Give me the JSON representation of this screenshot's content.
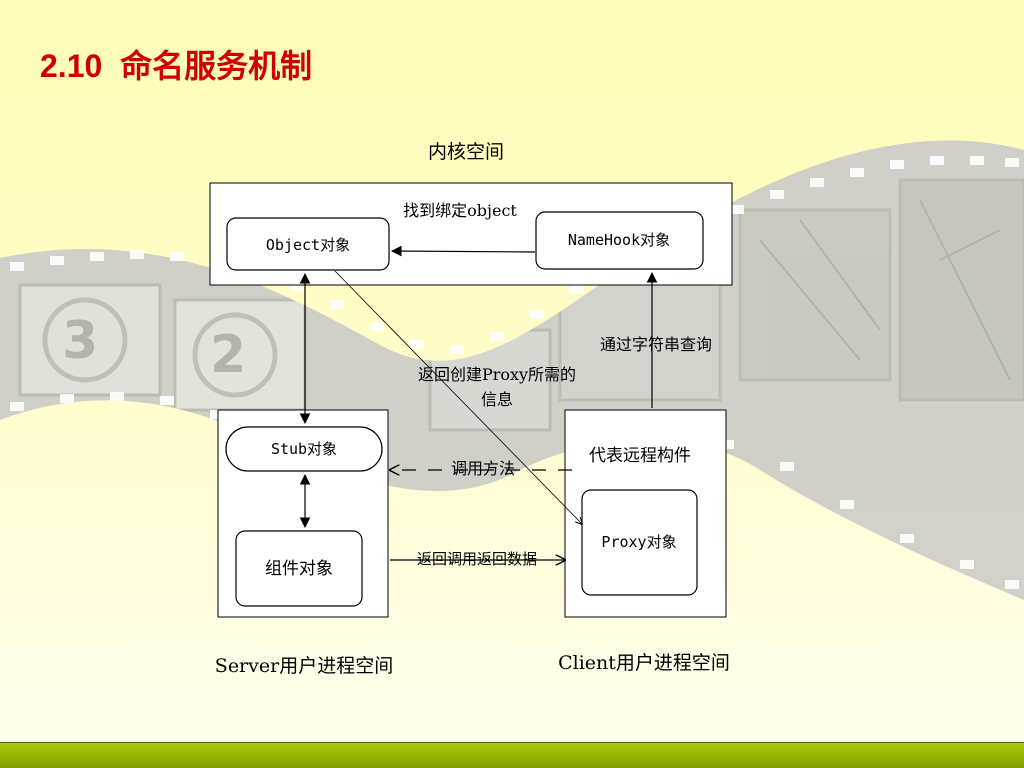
{
  "slide": {
    "title": "2.10  命名服务机制",
    "colors": {
      "title": "#d00000",
      "background": "#fffdb8",
      "footer_bar": "#8fb200",
      "film_strip": "#c8c8c8"
    }
  },
  "diagram": {
    "regions": {
      "kernel": "内核空间",
      "server": "Server用户进程空间",
      "client": "Client用户进程空间"
    },
    "nodes": {
      "object": "Object对象",
      "namehook": "NameHook对象",
      "stub": "Stub对象",
      "component": "组件对象",
      "remote_component": "代表远程构件",
      "proxy": "Proxy对象"
    },
    "edges": {
      "find_binding": "找到绑定object",
      "query_by_string": "通过字符串查询",
      "return_proxy_info_1": "返回创建Proxy所需的",
      "return_proxy_info_2": "信息",
      "invoke_method": "调用方法",
      "return_call_data": "返回调用返回数据"
    }
  }
}
